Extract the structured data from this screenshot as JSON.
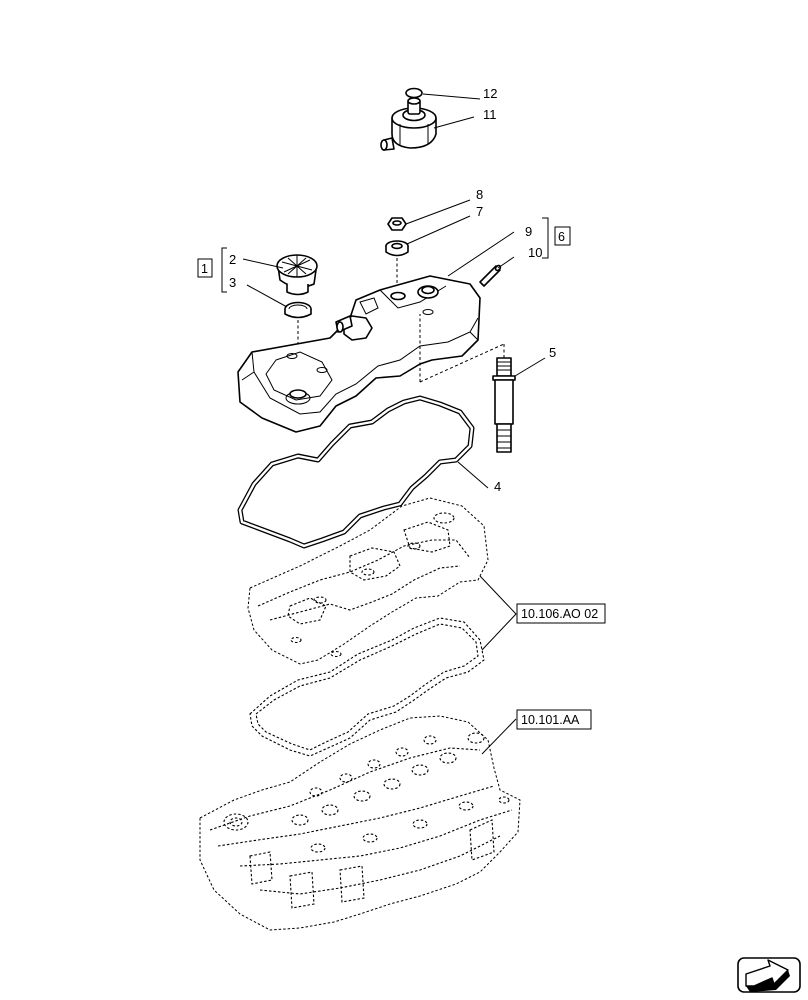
{
  "callouts": {
    "c1": "1",
    "c2": "2",
    "c3": "3",
    "c4": "4",
    "c5": "5",
    "c6": "6",
    "c7": "7",
    "c8": "8",
    "c9": "9",
    "c10": "10",
    "c11": "11",
    "c12": "12"
  },
  "references": {
    "cover_ref": "10.106.AO 02",
    "head_ref": "10.101.AA"
  },
  "icons": {
    "nav": "arrow-next-icon"
  }
}
